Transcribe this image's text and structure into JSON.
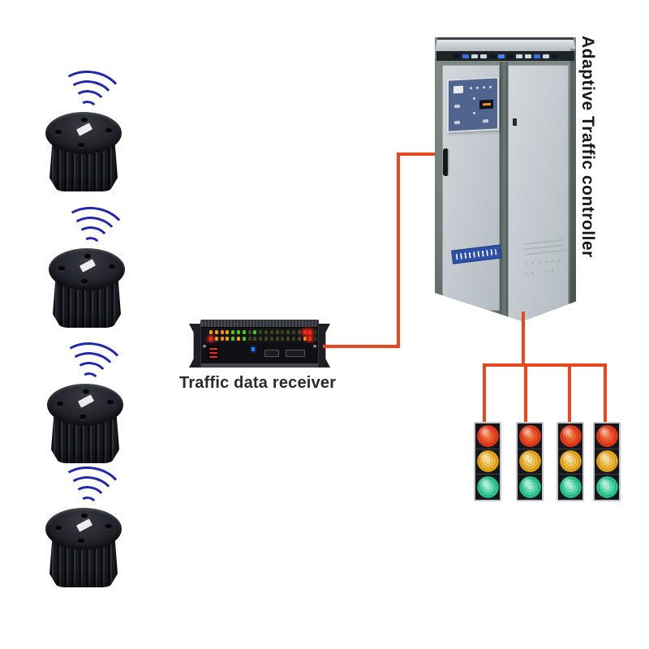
{
  "page": {
    "background": "#ffffff"
  },
  "colors": {
    "wire": "#e8481f",
    "wifi_signal": "#2329ae",
    "label_text": "#2b2b2b",
    "cabinet_frame": "#75807b",
    "cabinet_door": "#c8cdd3",
    "panel_blue": "#50648e",
    "sticker_blue": "#2d51a6"
  },
  "labels": {
    "receiver": "Traffic data receiver",
    "controller": "Adaptive Traffic controller"
  },
  "sensors": {
    "count": 4,
    "type": "wireless-vehicle-detector",
    "signal_arcs_per_sensor": 4
  },
  "receiver": {
    "led_rows": [
      [
        "#f59e00",
        "#f59e00",
        "#f08a10",
        "#f59e00",
        "#49c818",
        "#49c818",
        "#49c818",
        "#44491f",
        "#49c818",
        "#3c421c",
        "#44491f",
        "#3c421c",
        "#44491f",
        "#3c421c",
        "#44491f",
        "#3c421c",
        "#44491f",
        "#ff2812",
        "#ff2812",
        "#2f3416"
      ],
      [
        "#ff2812",
        "#f59e00",
        "#f08a10",
        "#f59e00",
        "#49c818",
        "#f59e00",
        "#49c818",
        "#3c421c",
        "#44491f",
        "#3c421c",
        "#44491f",
        "#3c421c",
        "#44491f",
        "#3c421c",
        "#44491f",
        "#3c421c",
        "#44491f",
        "#f59e00",
        "#ff2812",
        "#2f3416"
      ]
    ],
    "glow_color": "#ff2812",
    "digit_color": "#ff2616",
    "status_led_blue": "#2e7dff"
  },
  "controller": {
    "indicator_segments": [
      "#11161a",
      "#3b6fd9",
      "#cfd6dc",
      "#cfd6dc",
      "#11161a",
      "#4a82ff",
      "#11161a",
      "#cfd6dc",
      "#cfd6dc",
      "#3b6fd9",
      "#cfd6dc",
      "#11161a"
    ]
  },
  "traffic_lights": {
    "count": 4,
    "lamps": [
      {
        "name": "red-lamp",
        "shades": [
          "#ff8c4a",
          "#ee3f1e",
          "#9c2410"
        ]
      },
      {
        "name": "amber-lamp",
        "shades": [
          "#ffe9a8",
          "#f2b01c",
          "#a87408"
        ]
      },
      {
        "name": "green-lamp",
        "shades": [
          "#b6ffe4",
          "#2fcf96",
          "#0f8a58"
        ]
      }
    ]
  }
}
